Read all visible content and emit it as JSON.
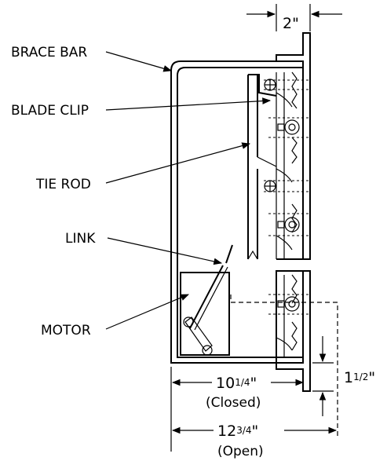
{
  "labels": {
    "brace_bar": "BRACE BAR",
    "blade_clip": "BLADE CLIP",
    "tie_rod": "TIE ROD",
    "link": "LINK",
    "motor": "MOTOR"
  },
  "dimensions": {
    "top_width": "2\"",
    "closed_whole": "10",
    "closed_frac": "1/4",
    "closed_inch": "\"",
    "closed_note": "(Closed)",
    "open_whole": "12",
    "open_frac": "3/4",
    "open_inch": "\"",
    "open_note": "(Open)",
    "side_whole": "1",
    "side_frac": "1/2",
    "side_inch": "\""
  }
}
